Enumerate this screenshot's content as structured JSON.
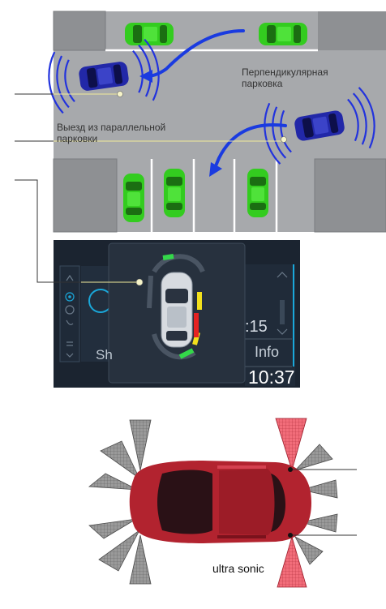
{
  "parking_scene": {
    "label_perpendicular": "Перпендикулярная\nпарковка",
    "label_parallel_exit": "Выезд из параллельной\nпарковки",
    "colors": {
      "road": "#a7a9ac",
      "curb": "#8a8c8f",
      "car": "#33cc1f",
      "active_car": "#2228a8",
      "arrow": "#1a3be0",
      "sensor_waves": "#2233dd"
    }
  },
  "display": {
    "time_partial": ":15",
    "info_label": "Info",
    "clock": "10:37",
    "cut_off_label": "Sh",
    "colors": {
      "bg": "#1b2430",
      "accent": "#1aa7d9",
      "green": "#34d84a",
      "yellow": "#f2e01c",
      "red": "#e52222"
    }
  },
  "sensor_diagram": {
    "label": "ultra sonic",
    "colors": {
      "car_body": "#b2232f",
      "sensor_grey": "#9a9a9a",
      "sensor_red": "#f05a6a"
    }
  }
}
